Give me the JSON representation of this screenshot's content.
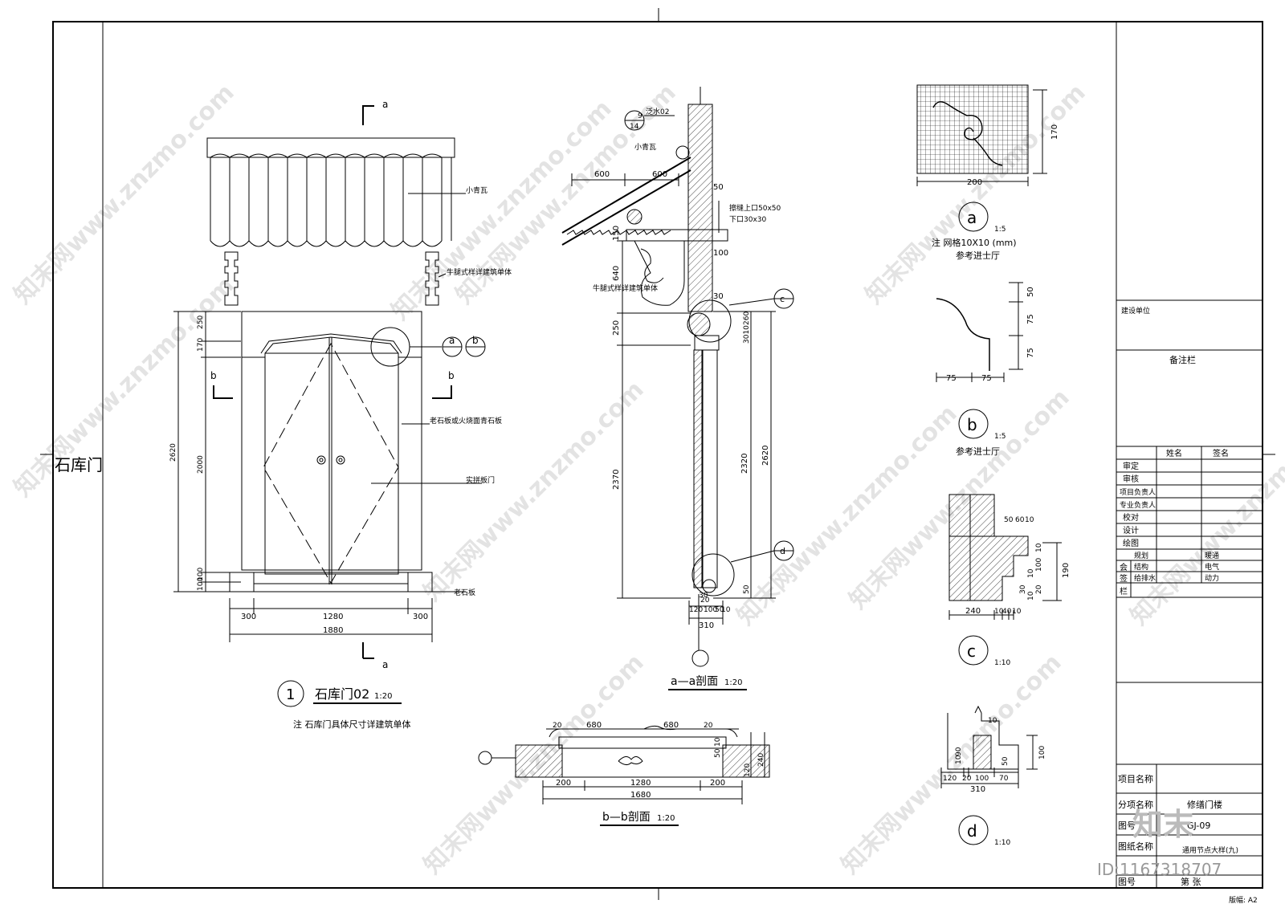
{
  "sheet": {
    "side_title": "石库门",
    "id_code": "ID:1167318707",
    "brand": "知末",
    "watermark": "知末网www.znzmo.com",
    "sheet_size": "版幅: A2"
  },
  "elevation": {
    "title_num": "1",
    "title": "石库门02",
    "scale": "1:20",
    "note": "注  石库门具体尺寸详建筑单体",
    "labels": {
      "tile": "小青瓦",
      "bracket": "牛腿式样详建筑单体",
      "stone_frame": "老石板或火烧面青石板",
      "door": "实拼板门",
      "stone_base": "老石板"
    },
    "section_marks": [
      "a",
      "a",
      "b",
      "b"
    ],
    "callouts": [
      "a",
      "b"
    ],
    "dims_bottom": [
      "300",
      "1280",
      "300"
    ],
    "dims_total": "1880",
    "dims_left": [
      "250",
      "170",
      "2000",
      "100",
      "100"
    ],
    "dim_left_total": "2620"
  },
  "section_aa": {
    "title": "a—a剖面",
    "scale": "1:20",
    "ref_num": "9",
    "ref_den": "14",
    "ref_text": "泛水02",
    "labels": {
      "tile": "小青瓦",
      "purlin": "擦缝上口50x50",
      "purlin2": "下口30x30",
      "bracket": "牛腿式样详建筑单体"
    },
    "dims": [
      "600",
      "600",
      "50",
      "150",
      "100",
      "640",
      "30",
      "250",
      "2370",
      "2320",
      "2620",
      "310",
      "120",
      "100",
      "50",
      "10",
      "3010",
      "260",
      "50",
      "20",
      "30"
    ],
    "callouts": [
      "c",
      "d"
    ]
  },
  "section_bb": {
    "title": "b—b剖面",
    "scale": "1:20",
    "dims_top": [
      "20",
      "680",
      "680",
      "20"
    ],
    "dims_bottom": [
      "200",
      "1280",
      "200"
    ],
    "dims_total": "1680",
    "dims_right": [
      "10",
      "50",
      "120",
      "240"
    ]
  },
  "detail_a": {
    "callout": "a",
    "scale": "1:5",
    "note": "注  网格10X10 (mm)",
    "note2": "参考进士厅",
    "dim_w": "200",
    "dim_h": "170"
  },
  "detail_b": {
    "callout": "b",
    "scale": "1:5",
    "note": "参考进士厅",
    "dims_w": [
      "75",
      "75"
    ],
    "dims_h": [
      "50",
      "75",
      "75"
    ]
  },
  "detail_c": {
    "callout": "c",
    "scale": "1:10",
    "dims_bottom": [
      "240",
      "10",
      "40",
      "10"
    ],
    "dims_top": [
      "50",
      "60",
      "10"
    ],
    "dims_right": [
      "190",
      "10",
      "100",
      "10",
      "30",
      "10",
      "20"
    ]
  },
  "detail_d": {
    "callout": "d",
    "scale": "1:10",
    "dims_bottom": [
      "120",
      "20",
      "100",
      "70"
    ],
    "dims_total": "310",
    "dims_left": [
      "90",
      "10"
    ],
    "dims_right": [
      "10",
      "50",
      "100"
    ]
  },
  "title_block": {
    "unit": "建设单位",
    "remarks": "备注栏",
    "col_name": "姓名",
    "col_sign": "签名",
    "roles": [
      "审定",
      "审核",
      "项目负责人",
      "专业负责人",
      "校对",
      "设计",
      "绘图"
    ],
    "seal_rows": [
      "会",
      "签",
      "栏"
    ],
    "seal_cells": [
      "规划",
      "暖通",
      "结构",
      "电气",
      "给排水",
      "动力"
    ],
    "project_label": "项目名称",
    "sub_label": "分项名称",
    "sub_value": "修缮门楼",
    "no_label": "图号",
    "no_value": "GJ-09",
    "drawing_label": "图纸名称",
    "drawing_value": "通用节点大样(九)",
    "sheet_label": "图号",
    "sheet_value": "第 张"
  }
}
